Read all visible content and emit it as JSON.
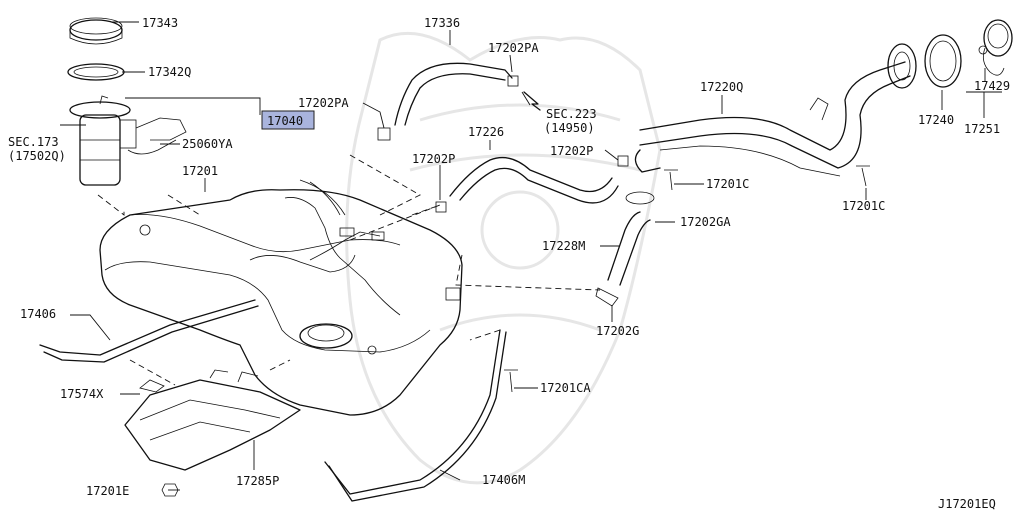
{
  "parts": {
    "p17343": "17343",
    "p17342q": "17342Q",
    "p17040": "17040",
    "p25060ya": "25060YA",
    "sec173_a": "SEC.173",
    "sec173_b": "(17502Q)",
    "p17201": "17201",
    "p17202pa_left": "17202PA",
    "p17336": "17336",
    "p17202pa_top": "17202PA",
    "sec223_a": "SEC.223",
    "sec223_b": "(14950)",
    "p17226": "17226",
    "p17202p_mid": "17202P",
    "p17202p_right": "17202P",
    "p17220q": "17220Q",
    "p17201c_mid": "17201C",
    "p17201c_right": "17201C",
    "p17202ga": "17202GA",
    "p17228m": "17228M",
    "p17202g": "17202G",
    "p17240": "17240",
    "p17429": "17429",
    "p17251": "17251",
    "p17406": "17406",
    "p17574x": "17574X",
    "p17201ca": "17201CA",
    "p17201e": "17201E",
    "p17285p": "17285P",
    "p17406m": "17406M"
  },
  "diagram_id": "J17201EQ",
  "highlight_color": "#a9b4dd"
}
